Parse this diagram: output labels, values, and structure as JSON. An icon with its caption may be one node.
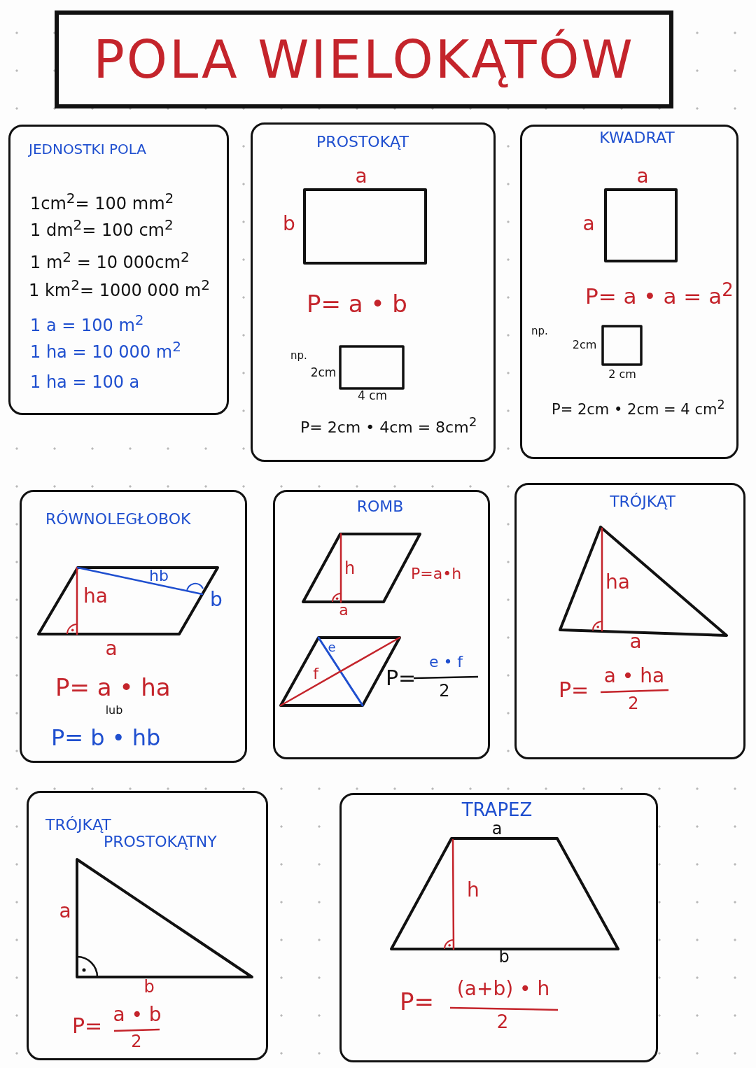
{
  "diagram": {
    "title": "POLA WIELOKĄTÓW",
    "nodes": [
      {
        "text": [
          "JEDNOSTKI POLA",
          "1cm$^{2}$= 100 mm$^{2}$",
          "1 dm$^{2}$= 100 cm$^{2}$",
          "1 m$^{2}$ = 10 000cm$^{2}$",
          "1 km$^{2}$= 1000 000 m$^{2}$",
          "1 a = 100 m$^{2}$",
          "1 ha = 10 000 m$^{2}$",
          "1 ha = 100 a"
        ]
      },
      {
        "text": [
          "PROSTOKĄT",
          "a",
          "b",
          "P= a • b",
          "np.",
          "2cm",
          "4 cm",
          "P= 2cm • 4cm = 8cm$^{2}$"
        ]
      },
      {
        "text": [
          "KWADRAT",
          "a",
          "a",
          "P= a • a = a$^{2}$",
          "np.",
          "2cm",
          "2 cm",
          "P= 2cm • 2cm = 4 cm$^{2}$"
        ]
      },
      {
        "text": [
          "RÓWNOLEGŁOBOK",
          "ha",
          "hb",
          "b",
          "a",
          "P= a • ha",
          "lub",
          "P= b • hb"
        ]
      },
      {
        "text": [
          "ROMB",
          "h",
          "P=a•h",
          "a",
          "e",
          "f",
          "P=",
          "e • f",
          "2"
        ]
      },
      {
        "text": [
          "TRÓJKĄT",
          "ha",
          "a",
          "P=",
          "a • ha",
          "2"
        ]
      },
      {
        "text": [
          "TRÓJKĄT PROSTOKĄTNY",
          "a",
          "b",
          "P=",
          "a • b",
          "2"
        ]
      },
      {
        "text": [
          "TRAPEZ",
          "a",
          "h",
          "b",
          "P=",
          "(a+b) • h",
          "2"
        ]
      }
    ]
  }
}
